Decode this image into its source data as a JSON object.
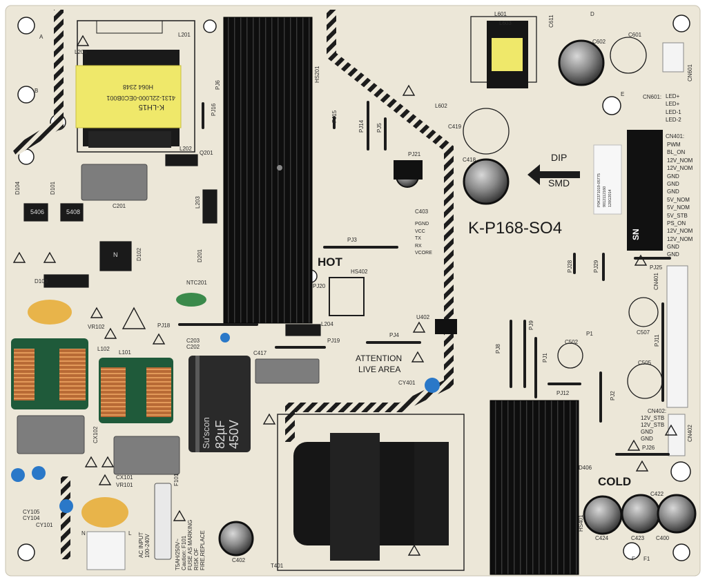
{
  "board": {
    "model_text": "K-P168-SO4",
    "hot_text": "HOT",
    "cold_text": "COLD",
    "attention_line1": "ATTENTION",
    "attention_line2": "LIVE AREA",
    "dip_text": "DIP",
    "smd_text": "SMD",
    "sn_text": "SN"
  },
  "colors": {
    "board": "#ece7d8",
    "silk": "#1c1c1c",
    "heatsink": "#141414",
    "transformer_yellow": "#efe86a",
    "capacitor_blue": "#2a78c8",
    "copper": "#c0703a",
    "choke_green": "#1f5a3a",
    "cap_gray": "#7a7a7a"
  },
  "cn601": {
    "name": "CN601:",
    "pins": [
      "LED+",
      "LED+",
      "LED-1",
      "LED-2"
    ]
  },
  "cn401": {
    "name": "CN401:",
    "pins": [
      "PWM",
      "BL_ON",
      "12V_NOM",
      "12V_NOM",
      "GND",
      "GND",
      "GND",
      "5V_NOM",
      "5V_NOM",
      "5V_STB",
      "PS_ON",
      "12V_NOM",
      "12V_NOM",
      "GND",
      "GND"
    ]
  },
  "cn402": {
    "name": "CN402:",
    "pins": [
      "12V_STB",
      "12V_STB",
      "GND",
      "GND"
    ]
  },
  "pgnd_labels": [
    "PGND",
    "VCC",
    "TX",
    "RX",
    "VCORE"
  ],
  "sticker": {
    "line1": "P0K2371019-05775",
    "line2": "9012112160",
    "line3": "120G2014"
  },
  "transformer_main": {
    "line1": "K-LH15",
    "line2": "4131-22L000-0EC0B001",
    "line3": "H064  2348"
  },
  "big_cap": {
    "brand": "Su'scon",
    "value": "82µF",
    "voltage": "450V"
  },
  "caution": {
    "l1": "T5AH/250V~",
    "l2": "Caution: F101",
    "l3": "FUSE AS MARKING",
    "l4": "RISK OF",
    "l5": "FIRE,REPLACE"
  },
  "ac_input": {
    "l1": "AC INPUT",
    "l2": "100-240V",
    "l3": "N",
    "l4": "L"
  },
  "refs": {
    "L201": "L201",
    "L205": "L205",
    "PJ6": "PJ6",
    "HS201": "HS201",
    "PJ16": "PJ16",
    "L202": "L202",
    "Q201": "Q201",
    "C201": "C201",
    "D104": "D104",
    "D101": "D101",
    "D102": "D102",
    "L203": "L203",
    "D201": "D201",
    "NTC201": "NTC201",
    "D103": "D103",
    "VR102": "VR102",
    "PJ18": "PJ18",
    "C203": "C203",
    "C202": "C202",
    "L102": "L102",
    "L101": "L101",
    "C417": "C417",
    "CX102": "CX102",
    "CX101": "CX101",
    "VR101": "VR101",
    "F101": "F101",
    "CY105": "CY105",
    "CY104": "CY104",
    "CY101": "CY101",
    "C402": "C402",
    "T401": "T401",
    "L204": "L204",
    "PJ19": "PJ19",
    "PJ4": "PJ4",
    "U402": "U402",
    "CY401": "CY401",
    "PJ3": "PJ3",
    "HS402": "HS402",
    "PJ20": "PJ20",
    "PJ15": "PJ15",
    "PJ14": "PJ14",
    "PJ5": "PJ5",
    "PJ21": "PJ21",
    "C403": "C403",
    "L601": "L601",
    "L603": "L603",
    "C611": "C611",
    "C601": "C601",
    "C602": "C602",
    "L602": "L602",
    "C419": "C419",
    "C418": "C418",
    "PJ28": "PJ28",
    "PJ29": "PJ29",
    "PJ25": "PJ25",
    "CN401": "CN401",
    "C507": "C507",
    "C505": "C505",
    "PJ11": "PJ11",
    "PJ8": "PJ8",
    "PJ9": "PJ9",
    "PJ1": "PJ1",
    "C502": "C502",
    "P1": "P1",
    "PJ12": "PJ12",
    "PJ2": "PJ2",
    "PJ26": "PJ26",
    "CN402": "CN402",
    "D406": "D406",
    "HS401": "HS401",
    "C424": "C424",
    "C423": "C423",
    "C400": "C400",
    "C422": "C422",
    "F": "F",
    "F1": "F1",
    "A": "A",
    "B": "B",
    "D": "D",
    "E": "E",
    "CN601": "CN601"
  },
  "parts": {
    "d104": "5406",
    "d101": "5408",
    "d102": "N"
  }
}
